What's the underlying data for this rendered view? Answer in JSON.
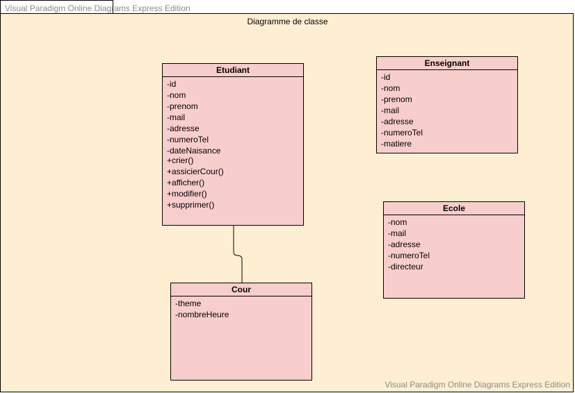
{
  "watermark_top": "Visual Paradigm Online Diagrams Express Edition",
  "watermark_bottom": "Visual Paradigm Online Diagrams Express Edition",
  "diagram_title": "Diagramme de classe",
  "classes": {
    "etudiant": {
      "name": "Etudiant",
      "attributes": [
        "-id",
        "-nom",
        "-prenom",
        "-mail",
        "-adresse",
        "-numeroTel",
        "-dateNaisance"
      ],
      "operations": [
        "+crier()",
        "+assicierCour()",
        "+afficher()",
        "+modifier()",
        "+supprimer()"
      ]
    },
    "enseignant": {
      "name": "Enseignant",
      "attributes": [
        "-id",
        "-nom",
        "-prenom",
        "-mail",
        "-adresse",
        "-numeroTel",
        "-matiere"
      ]
    },
    "ecole": {
      "name": "Ecole",
      "attributes": [
        "-nom",
        "-mail",
        "-adresse",
        "-numeroTel",
        "-directeur"
      ]
    },
    "cour": {
      "name": "Cour",
      "attributes": [
        "-theme",
        "-nombreHeure"
      ]
    }
  }
}
